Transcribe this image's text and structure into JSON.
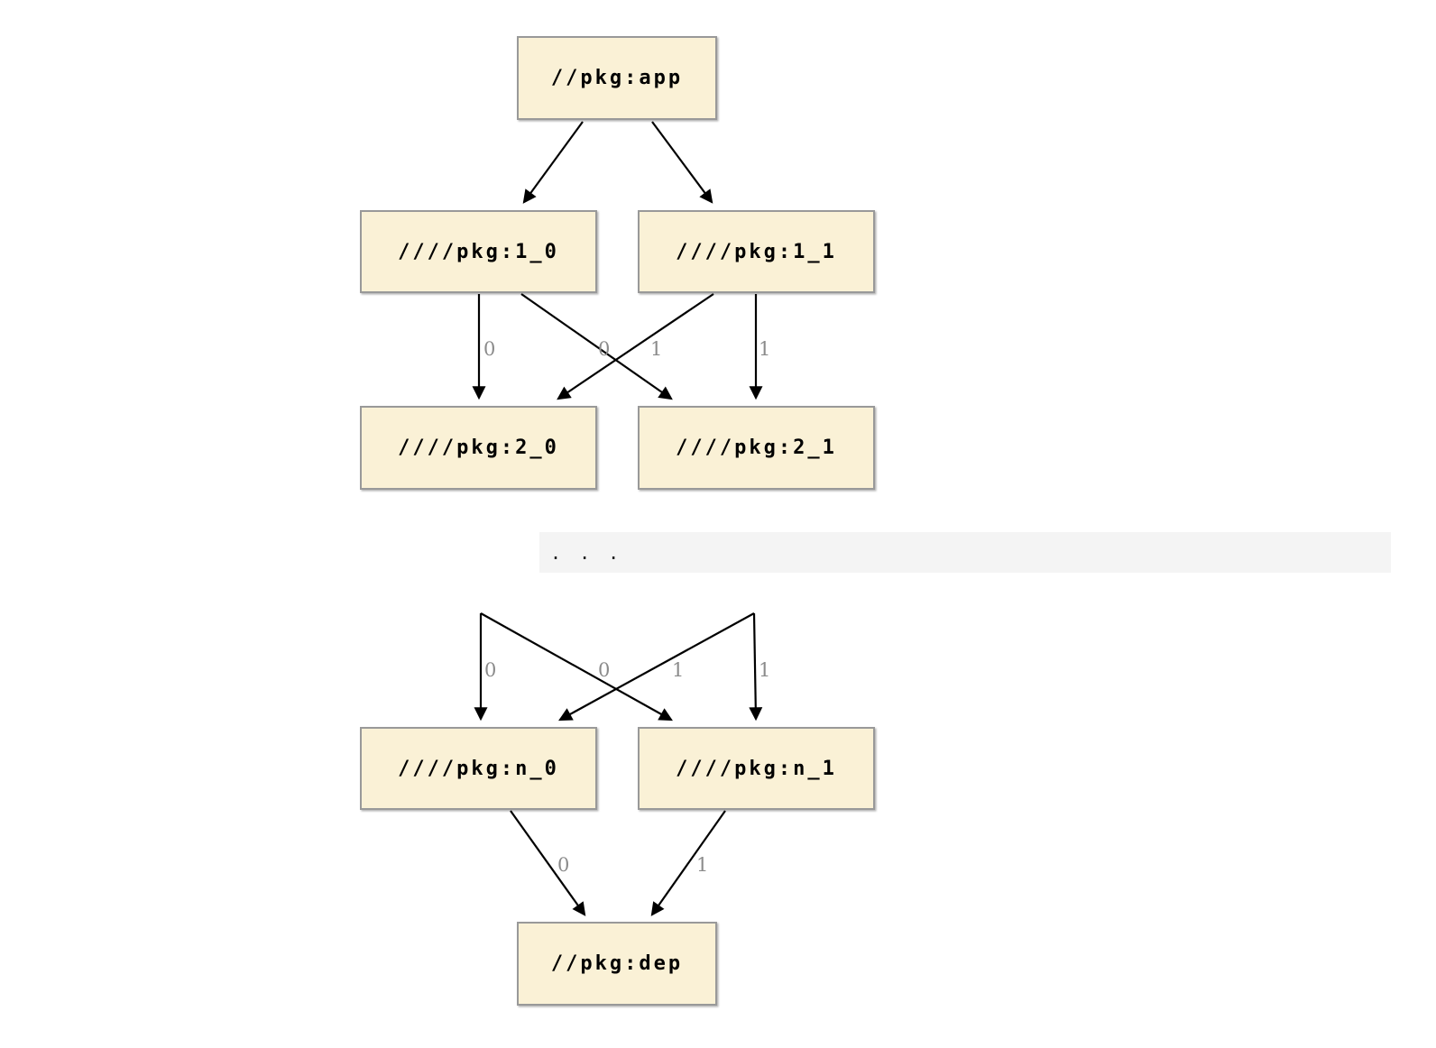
{
  "diagram": {
    "type": "dependency-graph",
    "nodes": {
      "app": {
        "label": "//pkg:app"
      },
      "l1_0": {
        "label": "////pkg:1_0"
      },
      "l1_1": {
        "label": "////pkg:1_1"
      },
      "l2_0": {
        "label": "////pkg:2_0"
      },
      "l2_1": {
        "label": "////pkg:2_1"
      },
      "ln_0": {
        "label": "////pkg:n_0"
      },
      "ln_1": {
        "label": "////pkg:n_1"
      },
      "dep": {
        "label": "//pkg:dep"
      }
    },
    "ellipsis": ". . .",
    "edge_labels": {
      "l1_0_to_2_0": "0",
      "l1_1_to_2_0": "0",
      "l1_0_to_2_1": "1",
      "l1_1_to_2_1": "1",
      "upper_to_n_0": "0",
      "cross_to_n_0": "0",
      "cross_to_n_1": "1",
      "upper_to_n_1": "1",
      "n_0_to_dep": "0",
      "n_1_to_dep": "1"
    },
    "colors": {
      "page_bg": "#ffffff",
      "node_fill": "#faf1d6",
      "node_border": "#999999",
      "node_text": "#000000",
      "edge_stroke": "#000000",
      "edge_label": "#8b8b8b",
      "ellipsis_bg": "#f4f4f4",
      "ellipsis_text": "#222222"
    }
  }
}
